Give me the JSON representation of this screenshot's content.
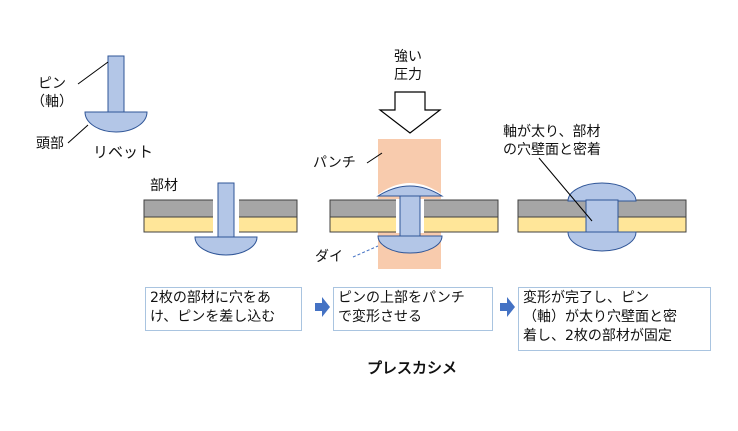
{
  "labels": {
    "pin": "ピン",
    "shaft": "（軸）",
    "head": "頭部",
    "rivet": "リベット",
    "member": "部材",
    "strong_line1": "強い",
    "strong_line2": "圧力",
    "punch": "パンチ",
    "die": "ダイ",
    "note_line1": "軸が太り、部材",
    "note_line2": "の穴壁面と密着"
  },
  "steps": [
    {
      "lines": [
        "2枚の部材に穴をあ",
        "け、ピンを差し込む"
      ]
    },
    {
      "lines": [
        "ピンの上部をパンチ",
        "で変形させる"
      ]
    },
    {
      "lines": [
        "変形が完了し、ピン",
        "（軸）が太り穴壁面と密",
        "着し、2枚の部材が固定"
      ]
    }
  ],
  "title": "プレスカシメ",
  "colors": {
    "pin_fill": "#b3c6e7",
    "pin_stroke": "#2f5597",
    "plate_top": "#a6a6a6",
    "plate_bottom": "#ffe699",
    "punch_fill": "#f8cbad",
    "arrow_blue": "#4472c4"
  }
}
